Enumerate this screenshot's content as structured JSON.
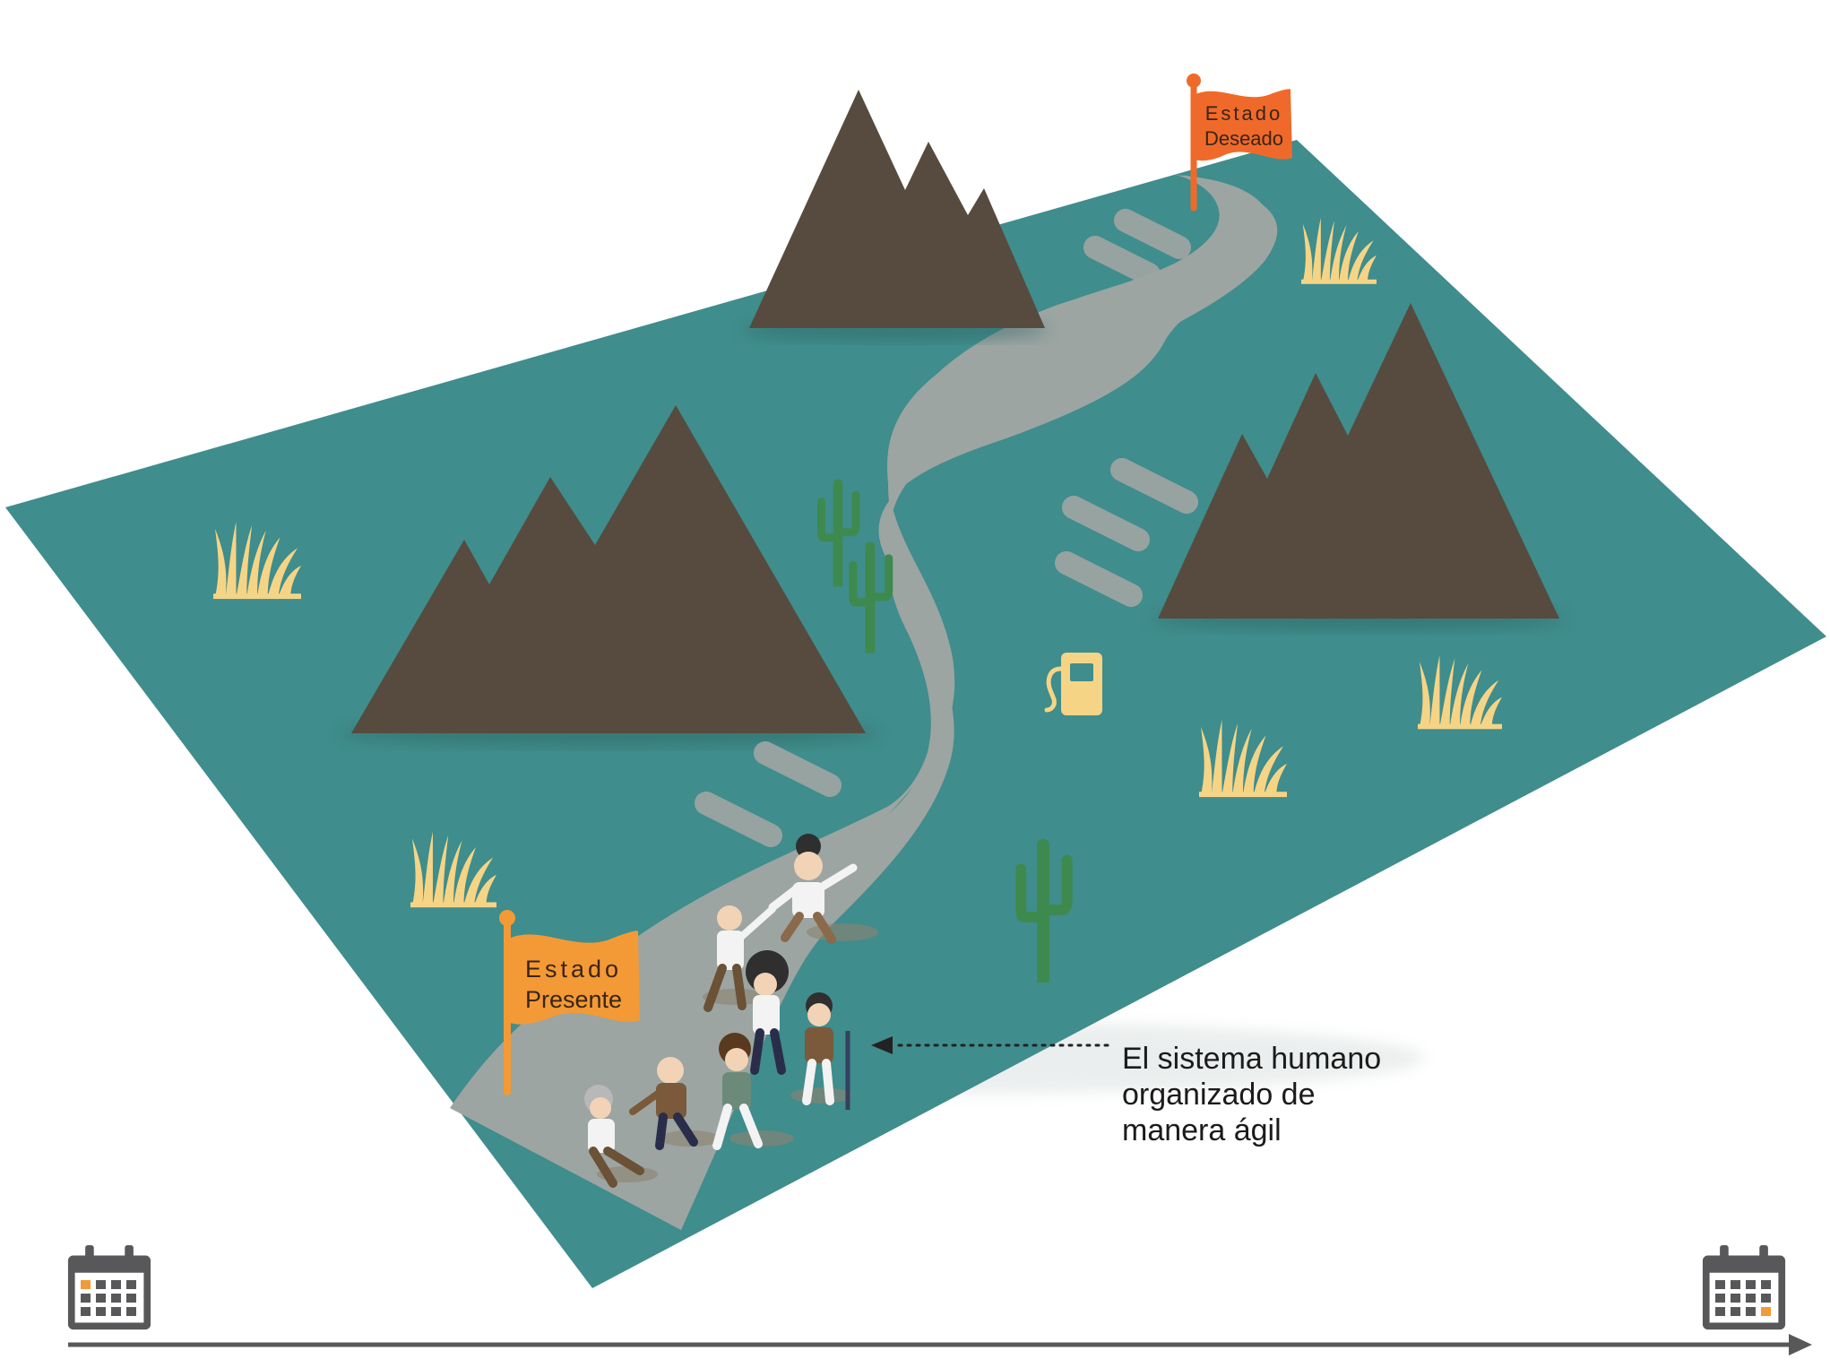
{
  "flags": {
    "present": {
      "line1": "Estado",
      "line2": "Presente",
      "color": "#f39a36"
    },
    "desired": {
      "line1": "Estado",
      "line2": "Deseado",
      "color": "#ef6a2a"
    }
  },
  "annotation": {
    "line1": "El sistema humano",
    "line2": "organizado de",
    "line3": "manera ágil"
  },
  "colors": {
    "terrain": "#3f8d8c",
    "road": "#9ca5a2",
    "mountain": "#564b3e",
    "grass": "#f6d486",
    "cactus": "#3e8a4e",
    "calendar": "#58585a",
    "calendar_accent": "#f39a36"
  },
  "icons": [
    "mountain-icon",
    "cactus-icon",
    "grass-icon",
    "fuel-pump-icon",
    "calendar-icon",
    "flag-icon"
  ],
  "timeline": {
    "start": {
      "highlighted_day": 1
    },
    "end": {
      "highlighted_day": 12
    }
  }
}
